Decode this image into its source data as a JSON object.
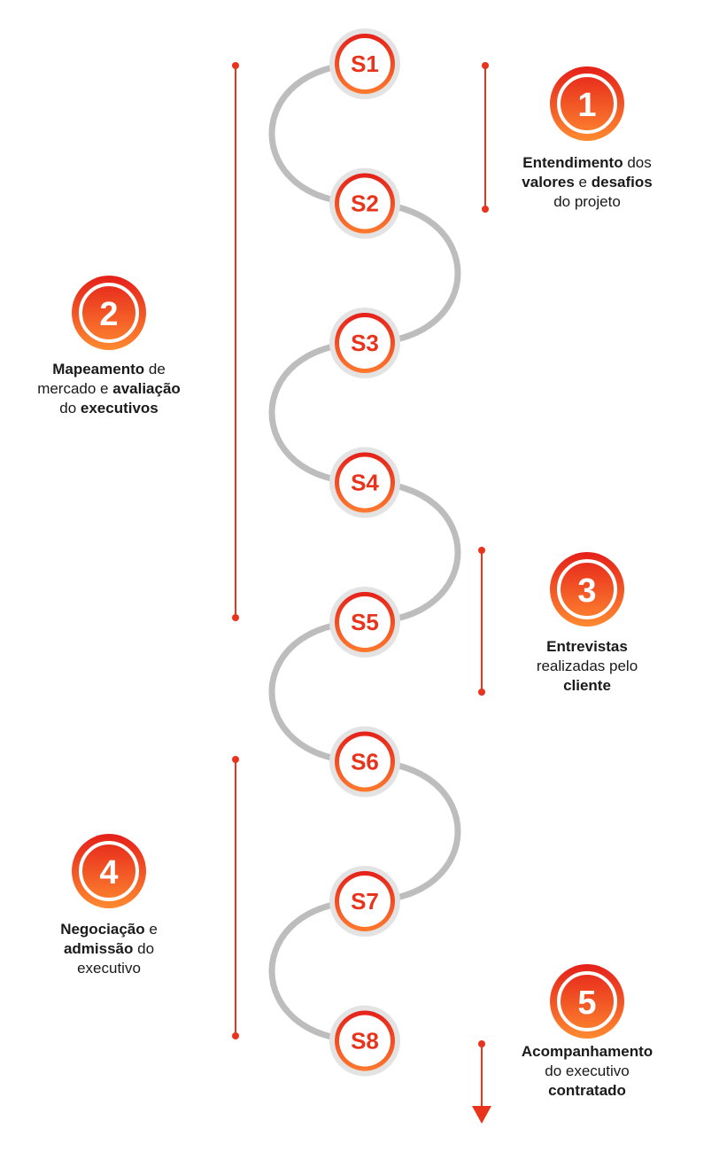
{
  "steps": [
    "S1",
    "S2",
    "S3",
    "S4",
    "S5",
    "S6",
    "S7",
    "S8"
  ],
  "phases": [
    {
      "number": "1",
      "lines": [
        [
          {
            "t": "Entendimento",
            "b": true
          },
          {
            "t": " dos",
            "b": false
          }
        ],
        [
          {
            "t": "valores",
            "b": true
          },
          {
            "t": " e ",
            "b": false
          },
          {
            "t": "desafios",
            "b": true
          }
        ],
        [
          {
            "t": "do projeto",
            "b": false
          }
        ]
      ]
    },
    {
      "number": "2",
      "lines": [
        [
          {
            "t": "Mapeamento",
            "b": true
          },
          {
            "t": " de",
            "b": false
          }
        ],
        [
          {
            "t": "mercado e ",
            "b": false
          },
          {
            "t": "avaliação",
            "b": true
          }
        ],
        [
          {
            "t": "do ",
            "b": false
          },
          {
            "t": "executivos",
            "b": true
          }
        ]
      ]
    },
    {
      "number": "3",
      "lines": [
        [
          {
            "t": "Entrevistas",
            "b": true
          }
        ],
        [
          {
            "t": "realizadas pelo",
            "b": false
          }
        ],
        [
          {
            "t": "cliente",
            "b": true
          }
        ]
      ]
    },
    {
      "number": "4",
      "lines": [
        [
          {
            "t": "Negociação",
            "b": true
          },
          {
            "t": " e",
            "b": false
          }
        ],
        [
          {
            "t": "admissão",
            "b": true
          },
          {
            "t": " do",
            "b": false
          }
        ],
        [
          {
            "t": "executivo",
            "b": false
          }
        ]
      ]
    },
    {
      "number": "5",
      "lines": [
        [
          {
            "t": "Acompanhamento",
            "b": true
          }
        ],
        [
          {
            "t": "do executivo",
            "b": false
          }
        ],
        [
          {
            "t": "contratado",
            "b": true
          }
        ]
      ]
    }
  ],
  "colors": {
    "accent": "#e8341c",
    "accent_light": "#ff7a2e",
    "path": "#bdbdbd",
    "ring": "#e3e3e3",
    "text": "#1a1a1a"
  }
}
